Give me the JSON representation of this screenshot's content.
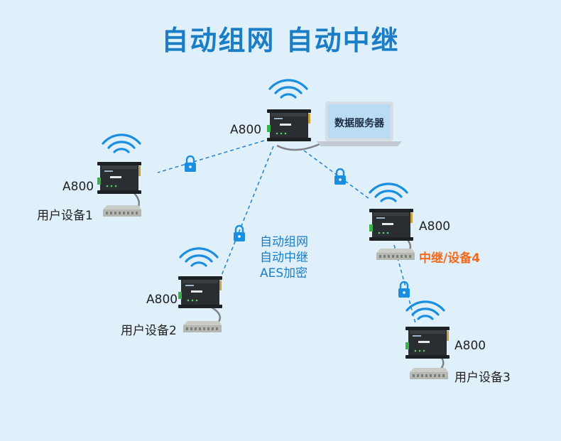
{
  "header": {
    "title": "自动组网 自动中继"
  },
  "devices": {
    "center": {
      "model": "A800"
    },
    "left": {
      "model": "A800",
      "user_label": "用户设备1"
    },
    "bottom_left": {
      "model": "A800",
      "user_label": "用户设备2"
    },
    "right": {
      "model": "A800",
      "user_label": "中继/设备4"
    },
    "bottom_right": {
      "model": "A800",
      "user_label": "用户设备3"
    }
  },
  "server": {
    "label": "数据服务器"
  },
  "network_note": {
    "line1": "自动组网",
    "line2": "自动中继",
    "line3": "AES加密"
  },
  "colors": {
    "background": "#dff0fb",
    "title": "#1a7dc6",
    "link": "#2e86cf",
    "relay_label": "#f26b1d"
  }
}
